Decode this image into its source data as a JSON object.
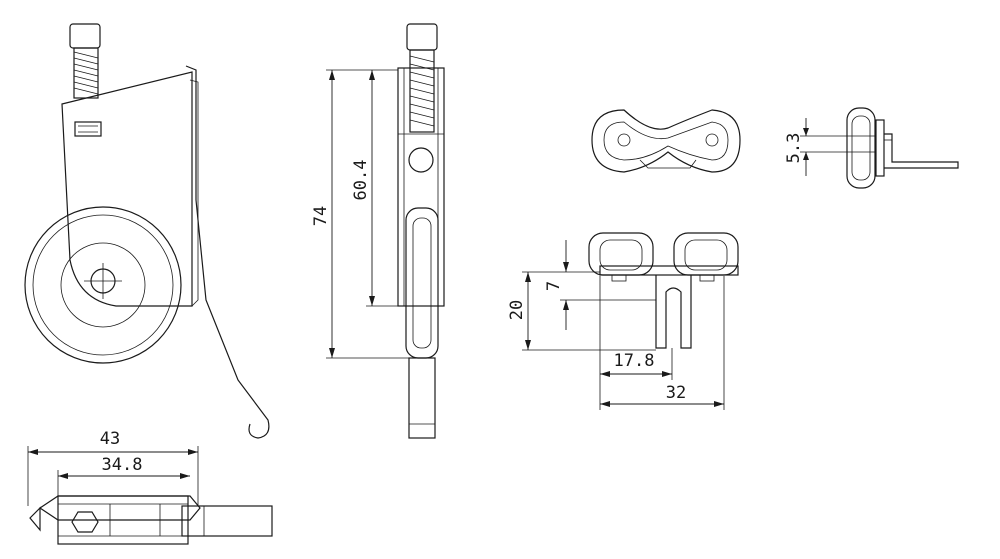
{
  "dimensions": {
    "width_overall": "43",
    "width_inner": "34.8",
    "height_overall": "74",
    "height_inner": "60.4",
    "offset_small": "5.3",
    "height_bracket": "20",
    "height_step": "7",
    "center_distance": "17.8",
    "width_bracket": "32"
  }
}
